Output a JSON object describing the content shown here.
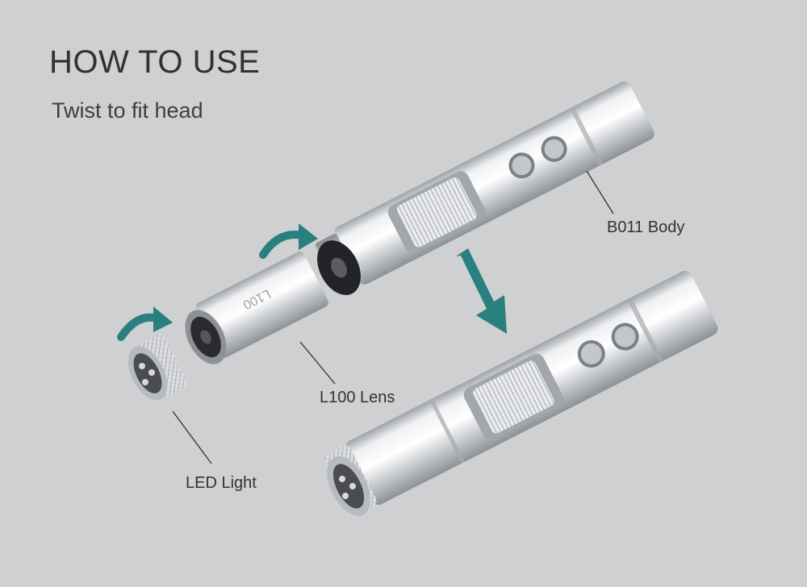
{
  "header": {
    "title": "HOW TO USE",
    "subtitle": "Twist to fit head"
  },
  "callouts": {
    "body": "B011 Body",
    "lens": "L100 Lens",
    "led": "LED Light"
  },
  "lens_marking": "L100",
  "colors": {
    "background": "#cfd0d2",
    "arrow": "#2a7f7f",
    "metal": "#d9dadc",
    "text": "#2f3133"
  }
}
